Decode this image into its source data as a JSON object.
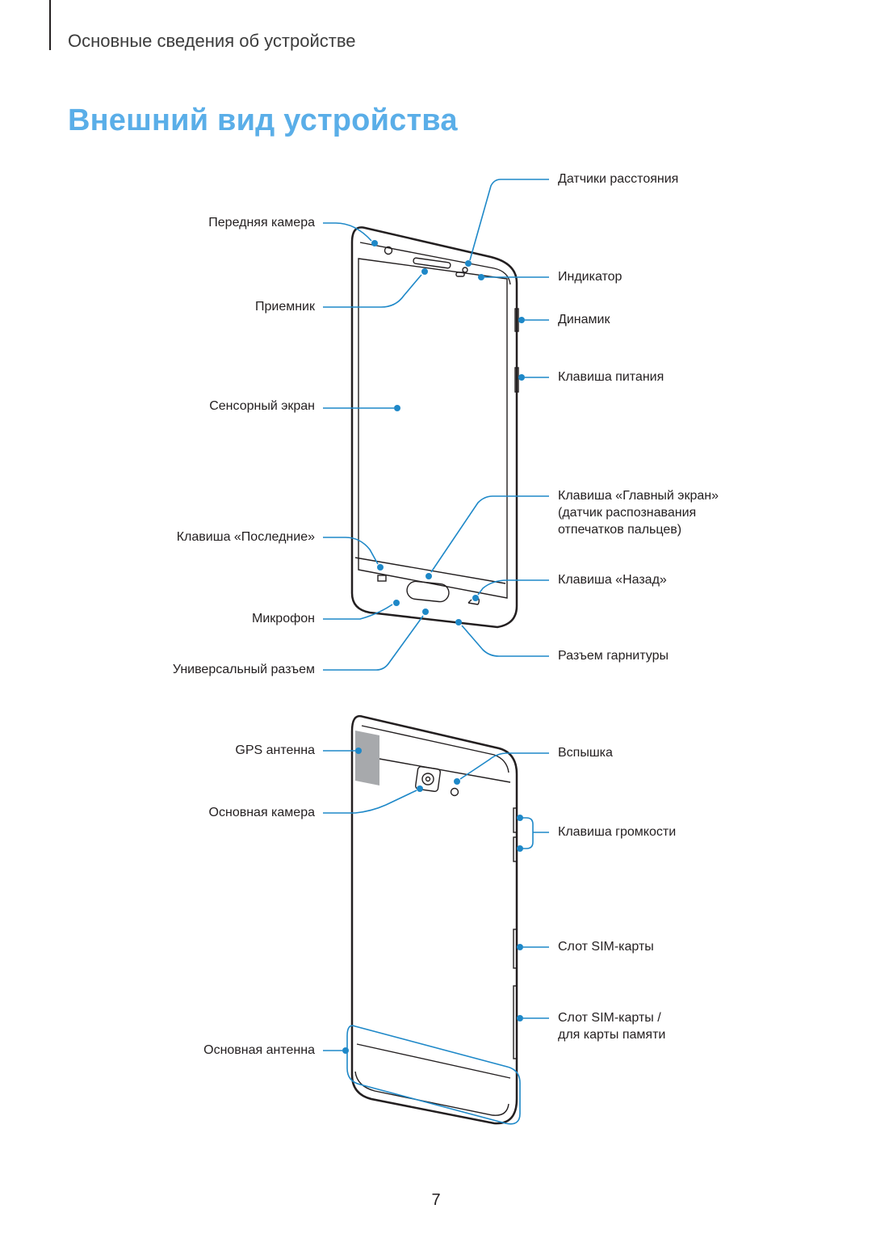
{
  "header": {
    "section": "Основные сведения об устройстве",
    "title": "Внешний вид устройства"
  },
  "front_labels": {
    "proximity_sensors": "Датчики расстояния",
    "front_camera": "Передняя камера",
    "indicator": "Индикатор",
    "receiver": "Приемник",
    "speaker": "Динамик",
    "power_key": "Клавиша питания",
    "touchscreen": "Сенсорный экран",
    "home_key_line1": "Клавиша «Главный экран»",
    "home_key_line2": "(датчик распознавания",
    "home_key_line3": "отпечатков пальцев)",
    "recents_key": "Клавиша «Последние»",
    "back_key": "Клавиша «Назад»",
    "microphone": "Микрофон",
    "multipurpose_jack": "Универсальный разъем",
    "earphone_jack": "Разъем гарнитуры"
  },
  "back_labels": {
    "gps_antenna": "GPS антенна",
    "flash": "Вспышка",
    "rear_camera": "Основная камера",
    "volume_key": "Клавиша громкости",
    "sim_tray": "Слот SIM-карты",
    "sim_memory_line1": "Слот SIM-карты /",
    "sim_memory_line2": "для карты памяти",
    "main_antenna": "Основная антенна"
  },
  "colors": {
    "heading": "#5aaee8",
    "leader_lines": "#1e88c8",
    "outline": "#231f20",
    "gps_area": "#a7a9ac"
  },
  "page_number": "7"
}
